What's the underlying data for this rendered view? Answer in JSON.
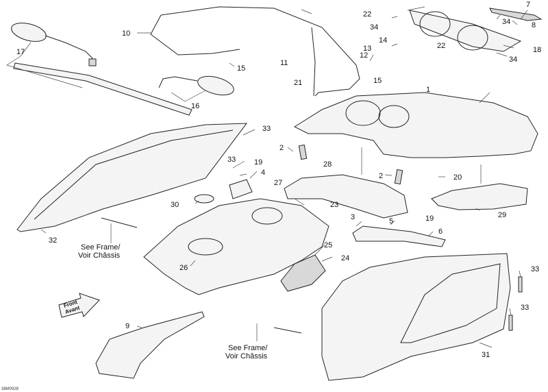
{
  "diagram": {
    "drawing_code": "38M0928",
    "front_arrow": {
      "line1": "Front",
      "line2": "Avant"
    },
    "notes": [
      {
        "line1": "See Frame/",
        "line2": "Voir Châssis"
      },
      {
        "line1": "See Frame/",
        "line2": "Voir Châssis"
      }
    ],
    "callouts": {
      "c1": "1",
      "c2a": "2",
      "c2b": "2",
      "c3": "3",
      "c4": "4",
      "c5": "5",
      "c6": "6",
      "c7": "7",
      "c8": "8",
      "c9": "9",
      "c10": "10",
      "c11": "11",
      "c12": "12",
      "c13": "13",
      "c14": "14",
      "c15a": "15",
      "c15b": "15",
      "c16": "16",
      "c17": "17",
      "c18": "18",
      "c19a": "19",
      "c19b": "19",
      "c20": "20",
      "c21": "21",
      "c22a": "22",
      "c22b": "22",
      "c23": "23",
      "c24": "24",
      "c25": "25",
      "c26": "26",
      "c27": "27",
      "c28": "28",
      "c29": "29",
      "c30": "30",
      "c31": "31",
      "c32": "32",
      "c33a": "33",
      "c33b": "33",
      "c33c": "33",
      "c33d": "33",
      "c34a": "34",
      "c34b": "34",
      "c34c": "34"
    }
  }
}
